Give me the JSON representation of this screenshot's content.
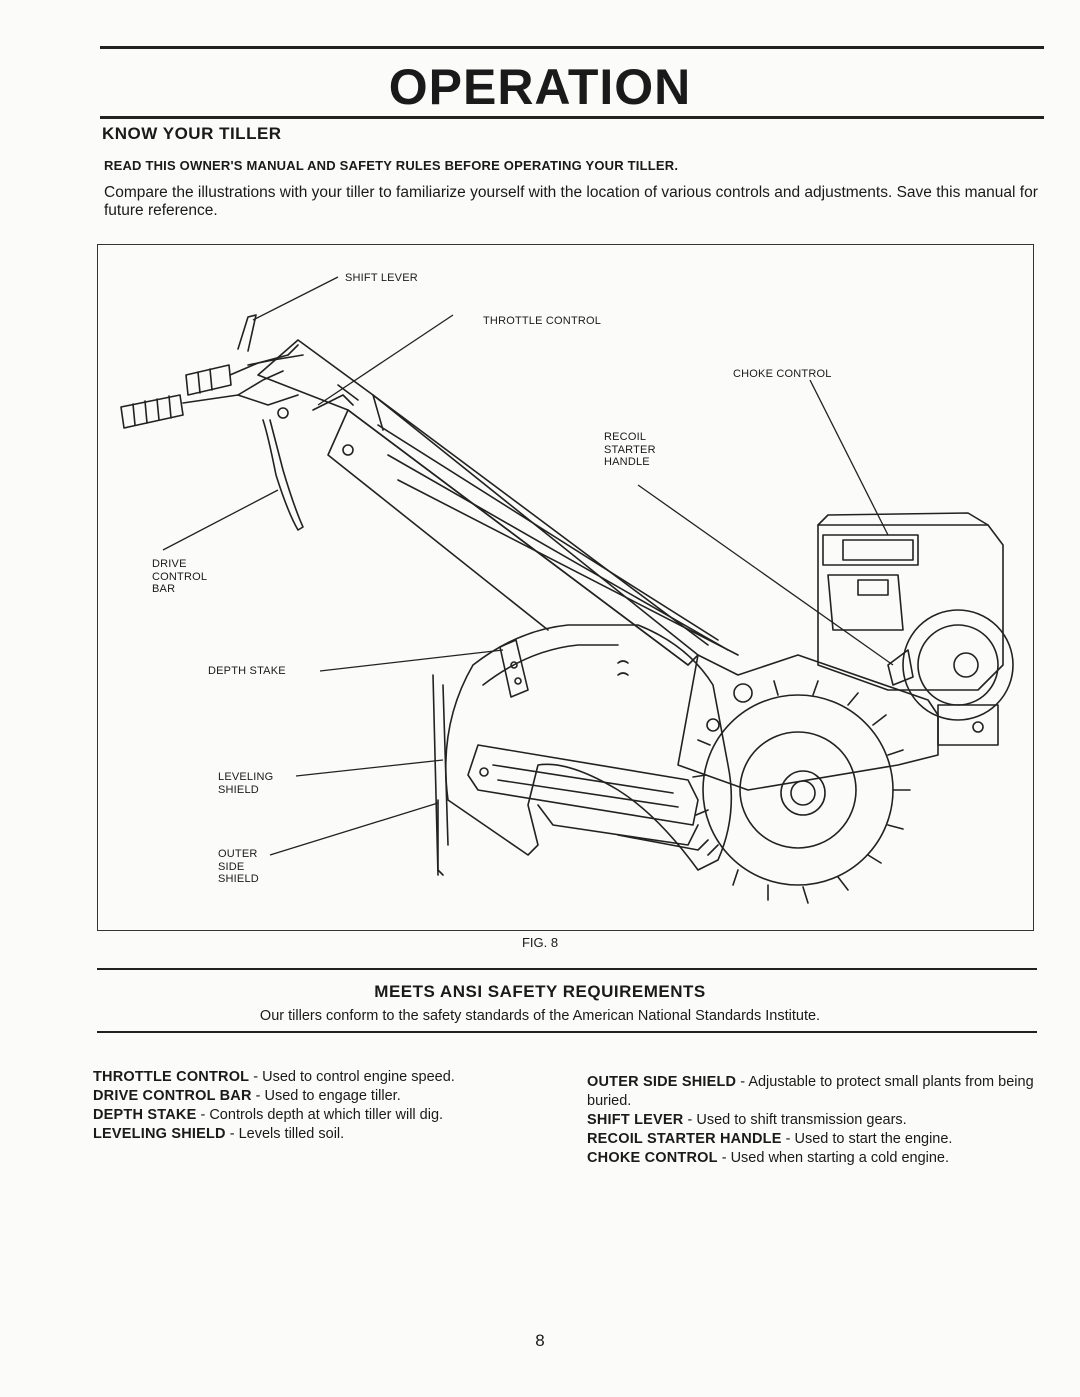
{
  "header": {
    "title": "OPERATION",
    "section_title": "KNOW YOUR TILLER",
    "read_notice": "READ THIS OWNER'S MANUAL AND SAFETY RULES BEFORE OPERATING YOUR TILLER.",
    "intro": "Compare the illustrations with your tiller to familiarize yourself with the location of various controls and adjustments. Save this manual for future reference."
  },
  "figure": {
    "labels": {
      "shift_lever": "SHIFT LEVER",
      "throttle_control": "THROTTLE CONTROL",
      "choke_control": "CHOKE CONTROL",
      "recoil_starter_handle": "RECOIL\nSTARTER\nHANDLE",
      "drive_control_bar": "DRIVE\nCONTROL\nBAR",
      "depth_stake": "DEPTH STAKE",
      "leveling_shield": "LEVELING\nSHIELD",
      "outer_side_shield": "OUTER\nSIDE\nSHIELD"
    },
    "caption": "FIG. 8"
  },
  "ansi": {
    "heading": "MEETS ANSI SAFETY REQUIREMENTS",
    "text": "Our tillers conform to the safety standards of the American National Standards Institute."
  },
  "descriptions": {
    "left": [
      {
        "term": "THROTTLE CONTROL",
        "text": " - Used to control engine speed."
      },
      {
        "term": "DRIVE CONTROL BAR",
        "text": " - Used to engage tiller."
      },
      {
        "term": "DEPTH STAKE",
        "text": " - Controls depth at which tiller will dig."
      },
      {
        "term": "LEVELING SHIELD",
        "text": " - Levels tilled soil."
      }
    ],
    "right": [
      {
        "term": "OUTER SIDE SHIELD",
        "text": " - Adjustable to protect small plants from being buried."
      },
      {
        "term": "SHIFT LEVER",
        "text": " - Used to shift transmission gears."
      },
      {
        "term": "RECOIL STARTER HANDLE",
        "text": " - Used to start the engine."
      },
      {
        "term": "CHOKE CONTROL",
        "text": " - Used  when starting a cold engine."
      }
    ]
  },
  "page_number": "8"
}
